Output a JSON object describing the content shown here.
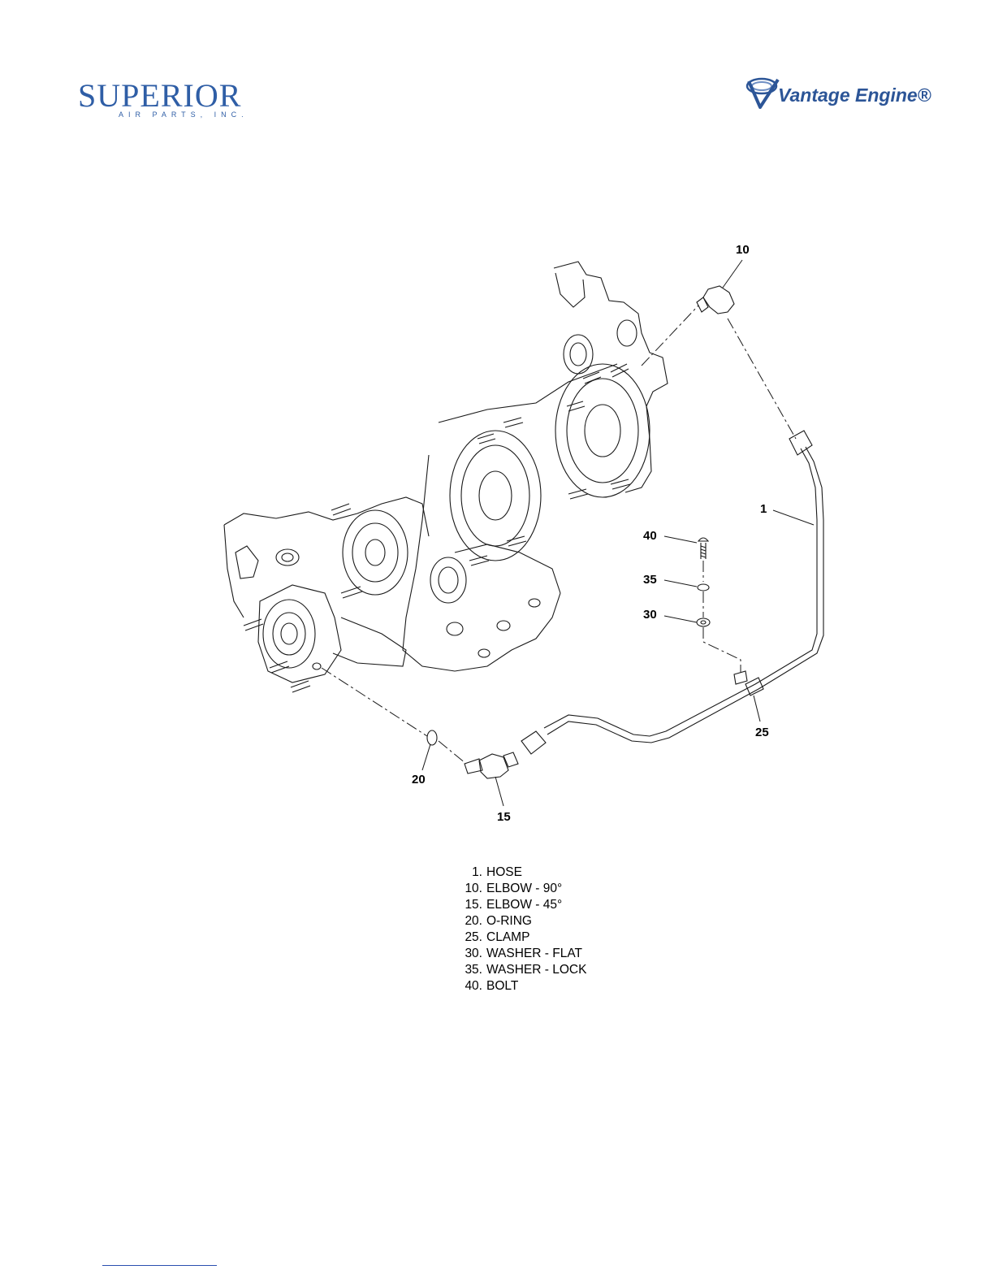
{
  "header": {
    "left_logo": {
      "brand": "SUPERIOR",
      "tagline": "AIR PARTS, INC.",
      "color": "#2f5ea6"
    },
    "right_logo": {
      "name": "Vantage Engine®",
      "icon": "vantage-swirl-icon",
      "color": "#2c5597"
    }
  },
  "diagram": {
    "callouts": [
      "10",
      "1",
      "40",
      "35",
      "30",
      "25",
      "20",
      "15"
    ]
  },
  "parts": [
    {
      "num": "1.",
      "name": "HOSE"
    },
    {
      "num": "10.",
      "name": "ELBOW - 90°"
    },
    {
      "num": "15.",
      "name": "ELBOW - 45°"
    },
    {
      "num": "20.",
      "name": "O-RING"
    },
    {
      "num": "25.",
      "name": "CLAMP"
    },
    {
      "num": "30.",
      "name": "WASHER - FLAT"
    },
    {
      "num": "35.",
      "name": "WASHER - LOCK"
    },
    {
      "num": "40.",
      "name": "BOLT"
    }
  ]
}
